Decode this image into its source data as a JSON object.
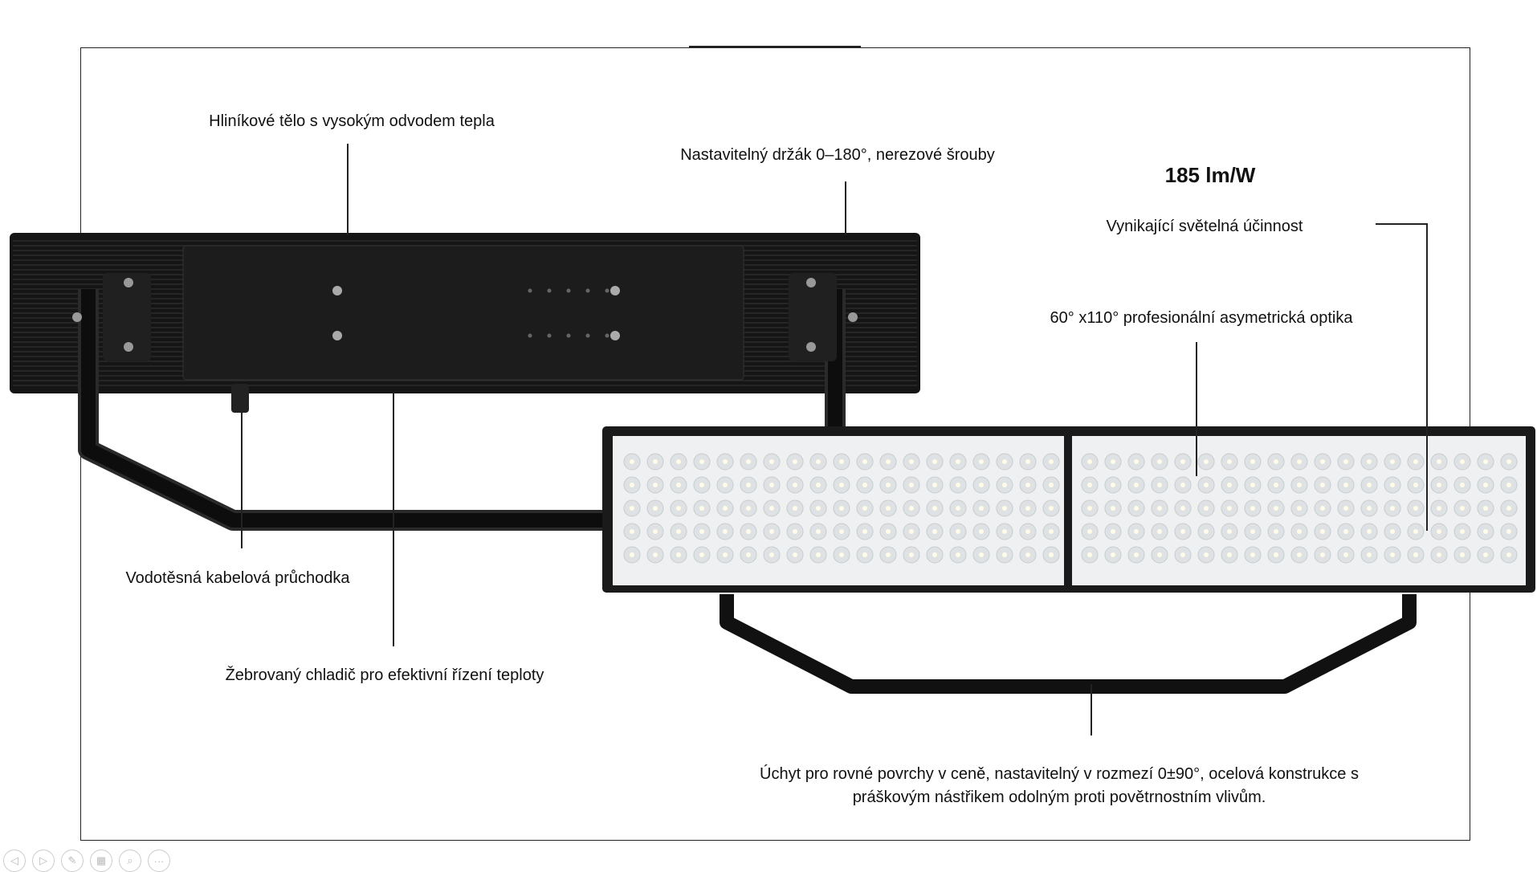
{
  "labels": {
    "body": "Hliníkové tělo s vysokým odvodem tepla",
    "holder": "Nastavitelný držák 0–180°, nerezové šrouby",
    "efficacy_value": "185 lm/W",
    "efficacy": "Vynikající světelná účinnost",
    "optics": "60° x110° profesionální asymetrická optika",
    "gland": "Vodotěsná kabelová průchodka",
    "heatsink": "Žebrovaný chladič pro efektivní řízení teploty",
    "mount_line1": "Úchyt pro rovné povrchy v ceně, nastavitelný v rozmezí 0±90°, ocelová konstrukce s",
    "mount_line2": "práškovým nástřikem odolným proti povětrnostním vlivům."
  },
  "controls": [
    {
      "icon": "prev-icon",
      "glyph": "◁"
    },
    {
      "icon": "next-icon",
      "glyph": "▷"
    },
    {
      "icon": "pen-icon",
      "glyph": "✎"
    },
    {
      "icon": "slides-icon",
      "glyph": "▦"
    },
    {
      "icon": "zoom-icon",
      "glyph": "⌕"
    },
    {
      "icon": "more-icon",
      "glyph": "···"
    }
  ]
}
